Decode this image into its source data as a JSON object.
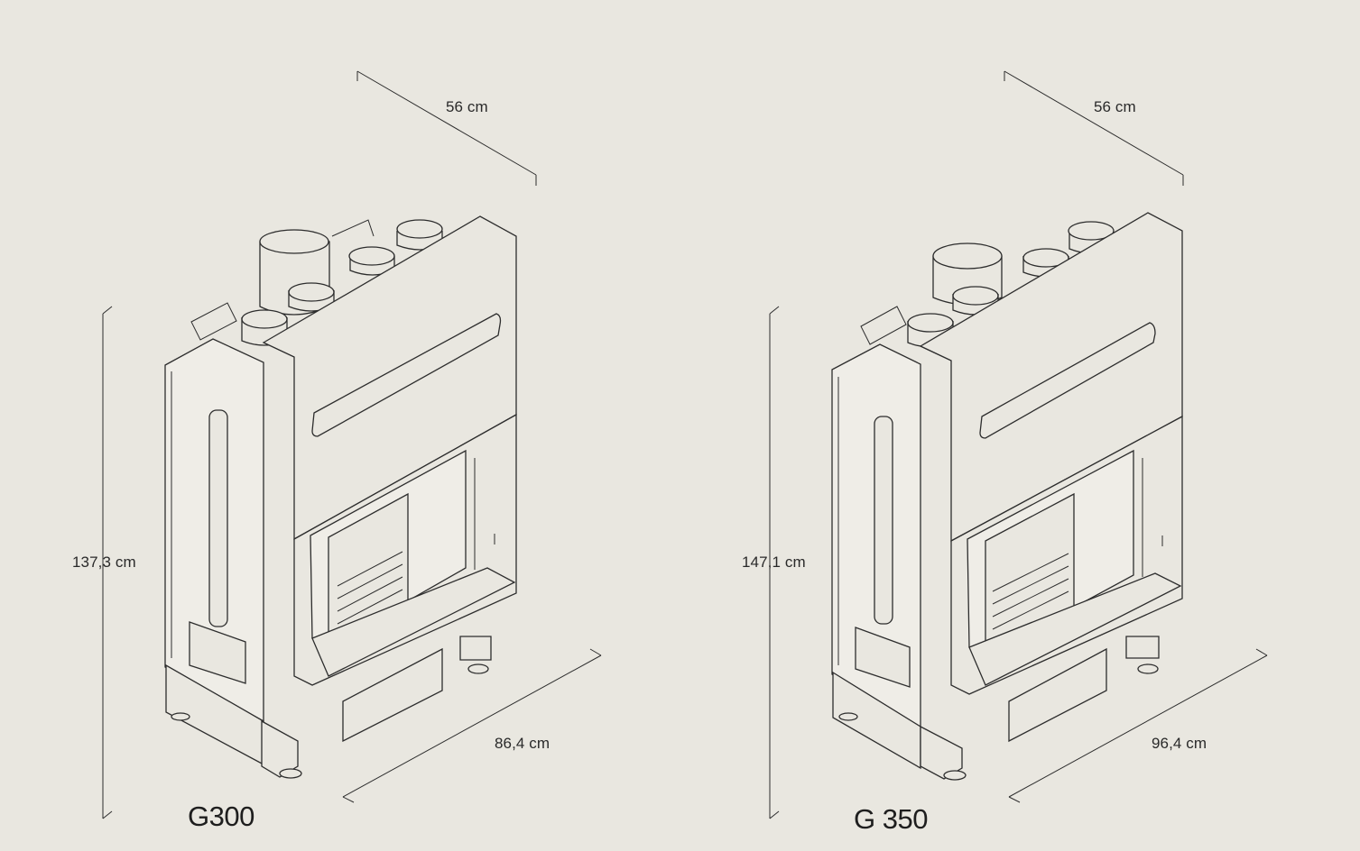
{
  "fireplaces": [
    {
      "model": "G300",
      "depth_label": "56 cm",
      "height_label": "137,3 cm",
      "width_label": "86,4 cm"
    },
    {
      "model": "G 350",
      "depth_label": "56 cm",
      "height_label": "147,1 cm",
      "width_label": "96,4 cm"
    }
  ],
  "colors": {
    "background": "#e9e7e0",
    "line": "#2d2d2d"
  }
}
